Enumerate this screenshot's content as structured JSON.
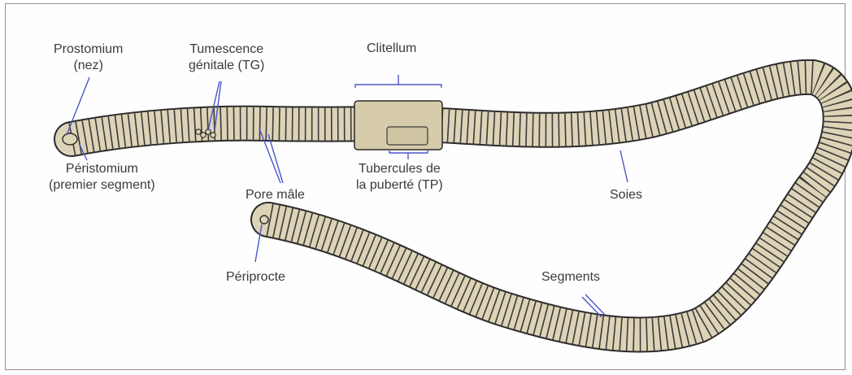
{
  "labels": {
    "prostomium": [
      "Prostomium",
      "(nez)"
    ],
    "tumescence": [
      "Tumescence",
      "génitale (TG)"
    ],
    "clitellum": [
      "Clitellum"
    ],
    "peristomium": [
      "Péristomium",
      "(premier segment)"
    ],
    "pore_male": [
      "Pore mâle"
    ],
    "tubercules": [
      "Tubercules de",
      "la puberté (TP)"
    ],
    "soies": [
      "Soies"
    ],
    "periprocte": [
      "Périprocte"
    ],
    "segments": [
      "Segments"
    ]
  },
  "colors": {
    "body_fill": "#ddd3b6",
    "clitellum_fill": "#d6cbab",
    "outline": "#2b2b2b",
    "leader": "#4a55c9",
    "text": "#3a3a3a"
  }
}
